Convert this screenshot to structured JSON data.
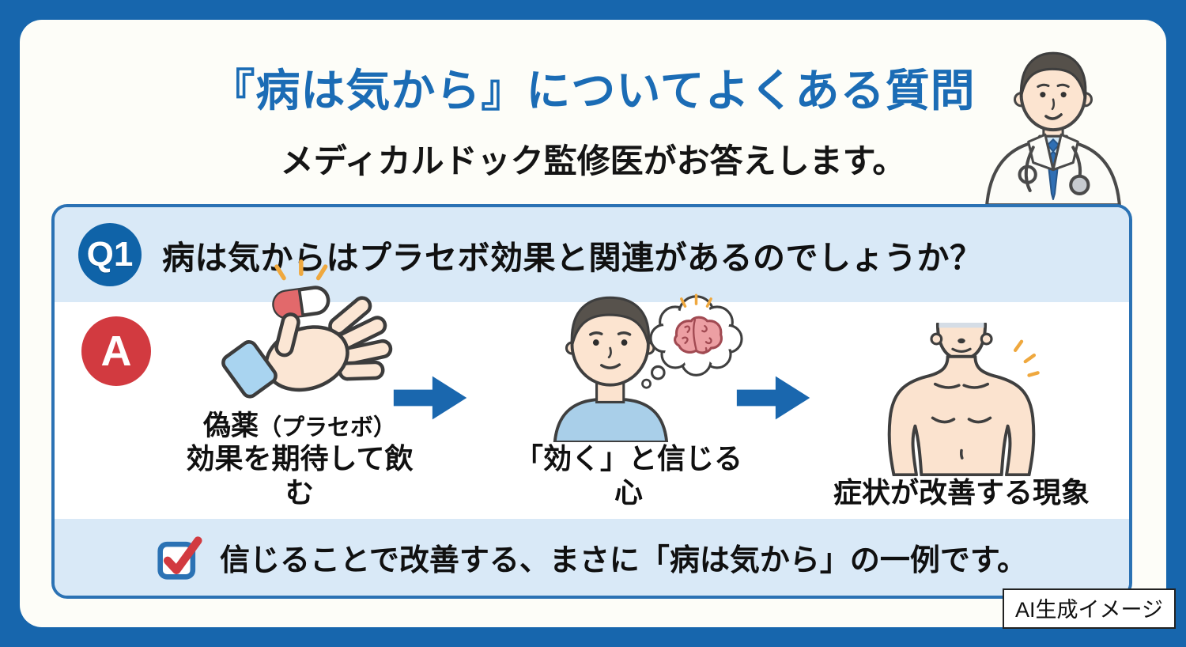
{
  "colors": {
    "frame_blue": "#1766ad",
    "card_bg": "#fdfdf8",
    "title_blue": "#1b6cb5",
    "row_light_blue": "#d9e9f7",
    "box_border_blue": "#2b72b4",
    "q_badge_blue": "#0f63a8",
    "a_badge_red": "#d23a40",
    "arrow_blue": "#1a67ae",
    "sparkle_orange": "#efa83e",
    "text_dark": "#1c1c1c"
  },
  "header": {
    "title": "『病は気から』についてよくある質問",
    "subtitle": "メディカルドック監修医がお答えします。"
  },
  "qa": {
    "question_badge": "Q1",
    "question": "病は気からはプラセボ効果と関連があるのでしょうか？",
    "answer_badge": "A",
    "steps": [
      {
        "icon": "hand-offering-pill",
        "label_top_strong": "偽薬",
        "label_top_small": "（プラセボ）",
        "label_bottom": "効果を期待して飲む"
      },
      {
        "icon": "person-brain-thought",
        "label_bottom": "「効く」と信じる心"
      },
      {
        "icon": "improving-torso",
        "label_bottom": "症状が改善する現象"
      }
    ],
    "conclusion": "信じることで改善する、まさに「病は気から」の一例です。"
  },
  "footer": {
    "ai_note": "AI生成イメージ"
  }
}
